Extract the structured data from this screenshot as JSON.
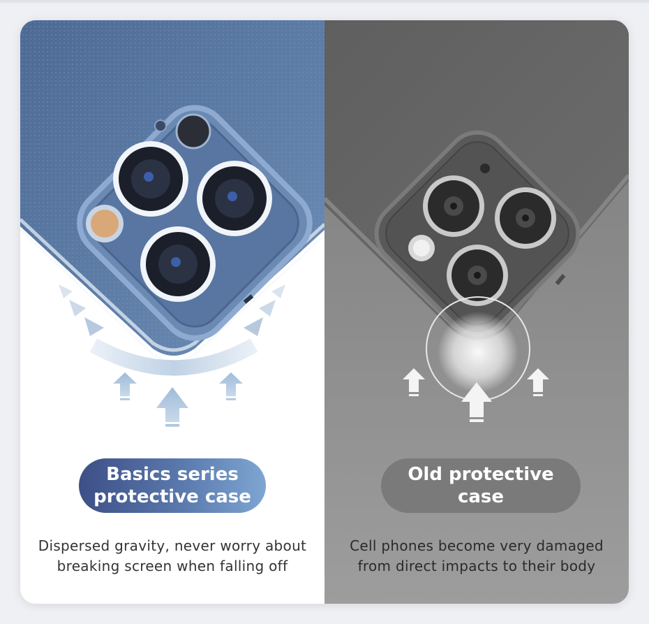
{
  "comparison": {
    "new_case": {
      "title_line1": "Basics series",
      "title_line2": "protective case",
      "description_line1": "Dispersed gravity, never worry about",
      "description_line2": "breaking screen when falling off",
      "accent_color": "#5a79ad"
    },
    "old_case": {
      "title_line1": "Old protective",
      "title_line2": "case",
      "description_line1": "Cell phones become very damaged",
      "description_line2": "from direct impacts to their body",
      "accent_color": "#7a7a7a"
    }
  }
}
